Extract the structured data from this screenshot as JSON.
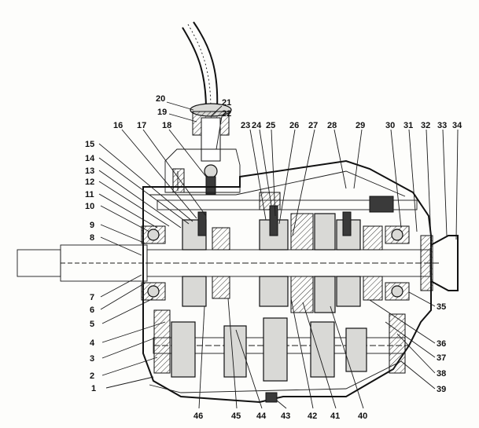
{
  "diagram": {
    "callout_labels": [
      "1",
      "2",
      "3",
      "4",
      "5",
      "6",
      "7",
      "8",
      "9",
      "10",
      "11",
      "12",
      "13",
      "14",
      "15",
      "16",
      "17",
      "18",
      "19",
      "20",
      "21",
      "22",
      "23",
      "24",
      "25",
      "26",
      "27",
      "28",
      "29",
      "30",
      "31",
      "32",
      "33",
      "34",
      "35",
      "36",
      "37",
      "38",
      "39",
      "40",
      "41",
      "42",
      "43",
      "44",
      "45",
      "46"
    ]
  }
}
